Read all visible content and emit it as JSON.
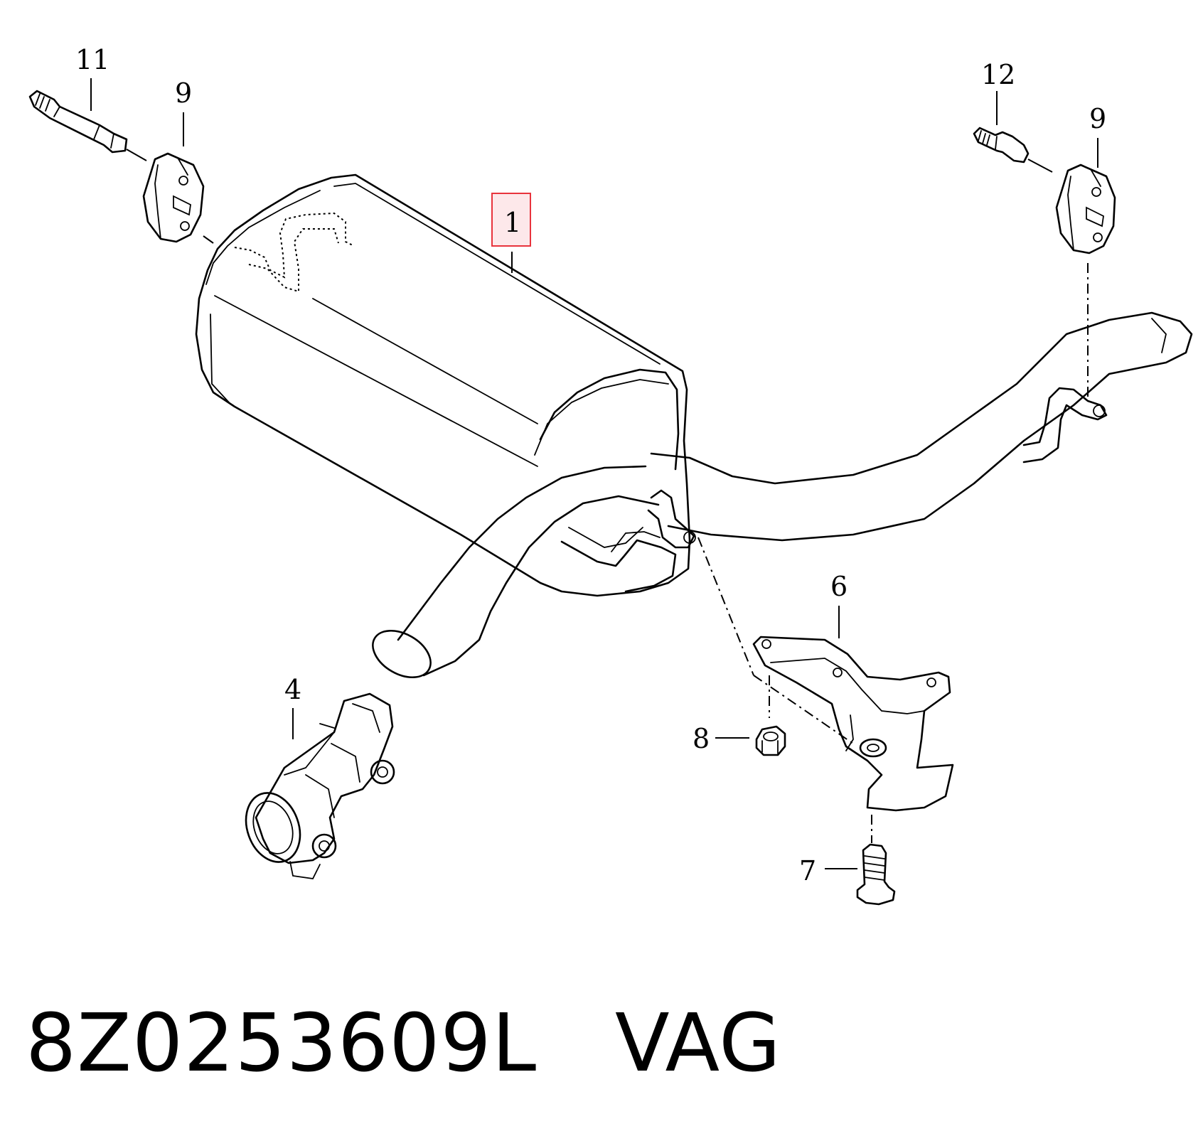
{
  "callouts": {
    "c1": "1",
    "c4": "4",
    "c6": "6",
    "c7": "7",
    "c8": "8",
    "c9_left": "9",
    "c9_right": "9",
    "c11": "11",
    "c12": "12"
  },
  "caption": {
    "part_number": "8Z0253609L",
    "brand": "VAG"
  },
  "colors": {
    "highlight_box": "#e8333c",
    "highlight_fill": "#fde8ea"
  }
}
